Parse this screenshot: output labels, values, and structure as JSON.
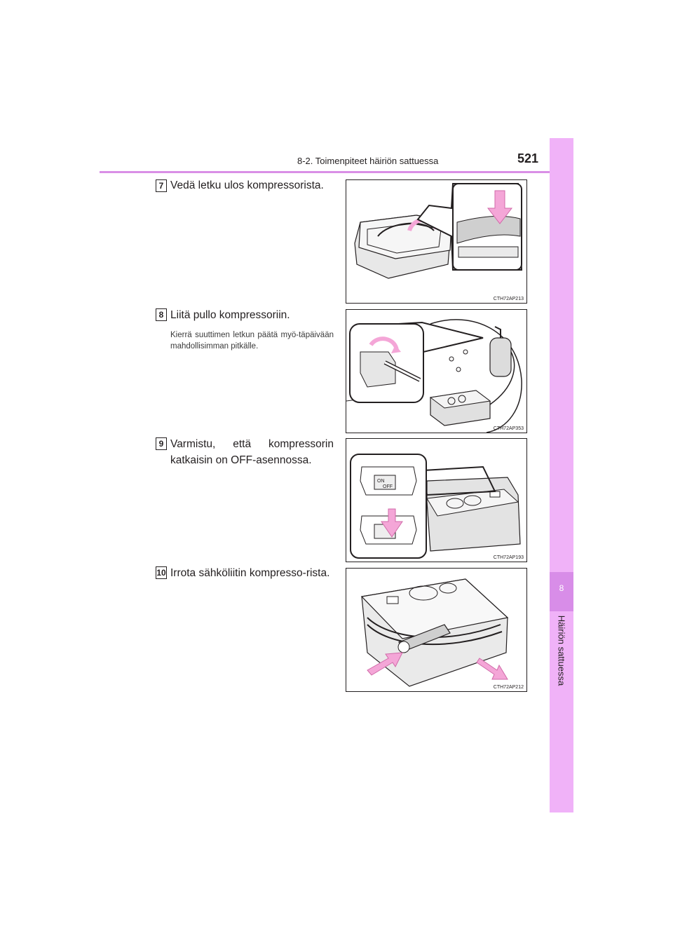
{
  "header": {
    "section": "8-2. Toimenpiteet häiriön sattuessa",
    "page_number": "521"
  },
  "sidebar": {
    "chapter_number": "8",
    "chapter_title": "Häiriön sattuessa"
  },
  "steps": [
    {
      "number": "7",
      "text": "Vedä letku ulos kompressorista.",
      "figure_code": "CTH72AP213"
    },
    {
      "number": "8",
      "text": "Liitä pullo kompressoriin.",
      "subtext": "Kierrä suuttimen letkun päätä myö-täpäivään mahdollisimman pitkälle.",
      "figure_code": "CTH72AP353"
    },
    {
      "number": "9",
      "text": "Varmistu, että kompressorin katkaisin on OFF-asennossa.",
      "figure_code": "CTH72AP193",
      "labels": {
        "on": "ON",
        "off": "OFF"
      }
    },
    {
      "number": "10",
      "text": "Irrota sähköliitin kompresso-rista.",
      "figure_code": "CTH72AP212"
    }
  ],
  "colors": {
    "accent": "#d98fe6",
    "sidebar": "#f0b2f8",
    "sidebar_active": "#d88de8",
    "arrow": "#f4a6d7"
  }
}
